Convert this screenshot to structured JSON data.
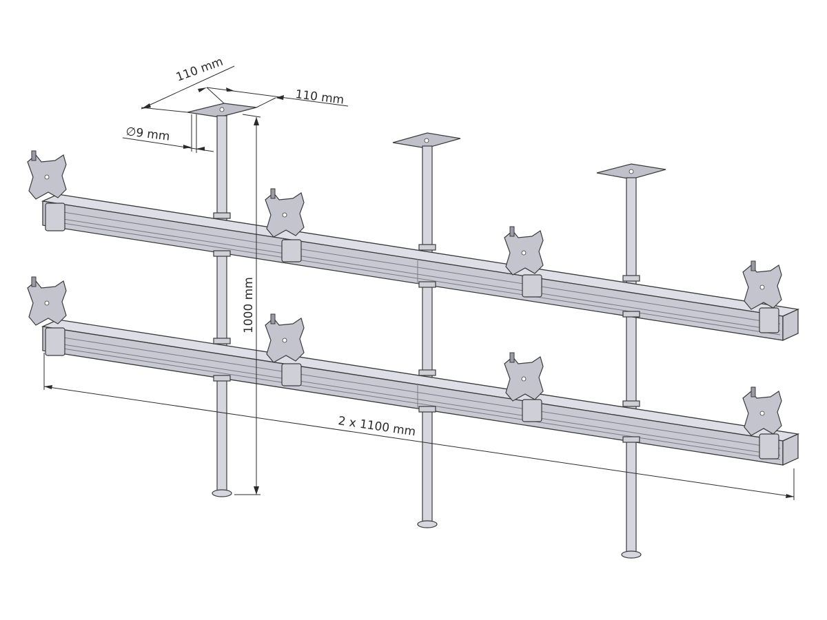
{
  "dimensions": {
    "plate_depth": "110 mm",
    "plate_width": "110 mm",
    "hole_diameter": "∅9 mm",
    "pole_height": "1000 mm",
    "rail_length": "2 x 1100 mm"
  },
  "colors": {
    "line": "#3a3a3a",
    "metal_light": "#dedee6",
    "metal_mid": "#c9c9d3",
    "background": "#ffffff"
  },
  "components": {
    "poles": 3,
    "rails": 2,
    "vesa_mounts": 8
  }
}
